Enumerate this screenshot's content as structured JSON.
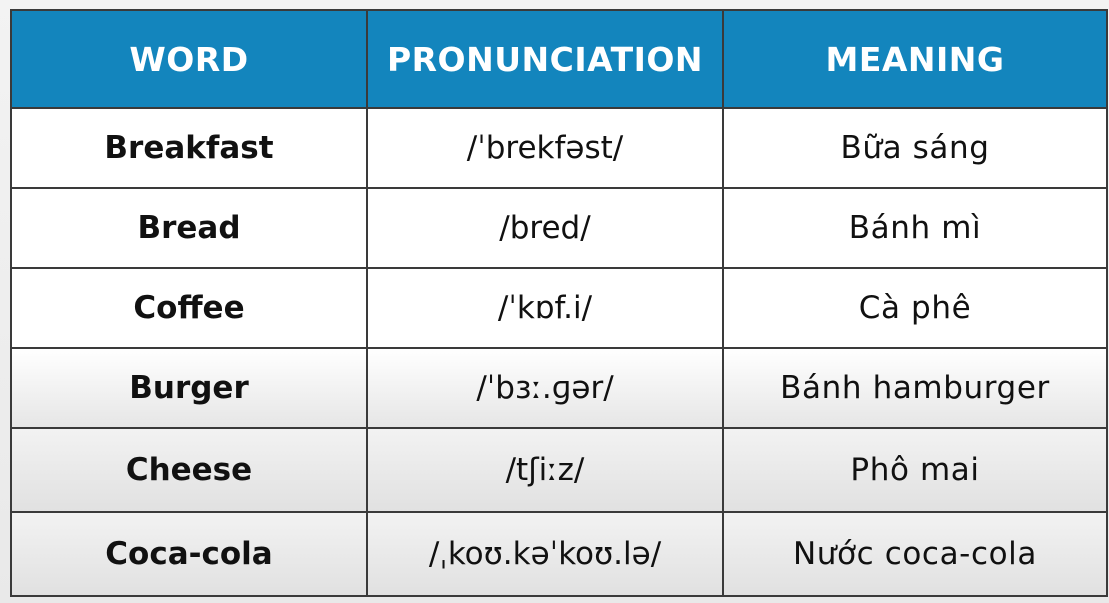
{
  "table": {
    "headers": {
      "word": "WORD",
      "pronunciation": "PRONUNCIATION",
      "meaning": "MEANING"
    },
    "header_color": "#1385bd",
    "rows": [
      {
        "word": "Breakfast",
        "pronunciation": "/ˈbrekfəst/",
        "meaning": "Bữa sáng"
      },
      {
        "word": "Bread",
        "pronunciation": "/bred/",
        "meaning": "Bánh mì"
      },
      {
        "word": "Coffee",
        "pronunciation": "/ˈkɒf.i/",
        "meaning": "Cà phê"
      },
      {
        "word": "Burger",
        "pronunciation": "/ˈbɜː.ɡər/",
        "meaning": "Bánh hamburger"
      },
      {
        "word": "Cheese",
        "pronunciation": "/tʃiːz/",
        "meaning": "Phô mai"
      },
      {
        "word": "Coca-cola",
        "pronunciation": "/ˌkoʊ.kəˈkoʊ.lə/",
        "meaning": "Nước coca-cola"
      }
    ]
  }
}
